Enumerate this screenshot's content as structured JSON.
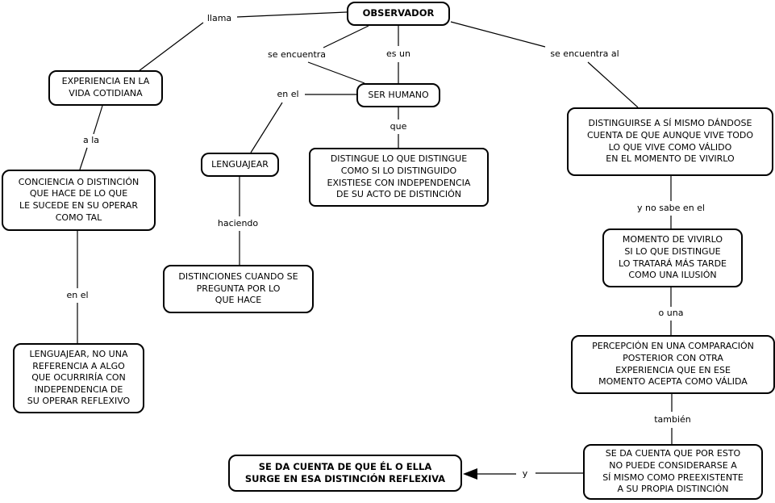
{
  "nodes": {
    "observador": {
      "label": "OBSERVADOR"
    },
    "experiencia": {
      "label": "EXPERIENCIA EN LA\nVIDA COTIDIANA"
    },
    "ser_humano": {
      "label": "SER HUMANO"
    },
    "lenguajear": {
      "label": "LENGUAJEAR"
    },
    "conciencia": {
      "label": "CONCIENCIA O DISTINCIÓN\nQUE HACE DE LO QUE\nLE SUCEDE EN SU OPERAR\nCOMO TAL"
    },
    "distingue": {
      "label": "DISTINGUE LO QUE DISTINGUE\nCOMO SI LO DISTINGUIDO\nEXISTIESE CON INDEPENDENCIA\nDE SU ACTO DE DISTINCIÓN"
    },
    "distinciones": {
      "label": "DISTINCIONES CUANDO SE\nPREGUNTA POR LO\nQUE HACE"
    },
    "lenguajear_no": {
      "label": "LENGUAJEAR, NO UNA\nREFERENCIA A ALGO\nQUE OCURRIRÍA CON\nINDEPENDENCIA DE\nSU OPERAR REFLEXIVO"
    },
    "distinguirse": {
      "label": "DISTINGUIRSE A SÍ MISMO DÁNDOSE\nCUENTA DE QUE AUNQUE VIVE TODO\nLO QUE VIVE COMO VÁLIDO\nEN EL MOMENTO DE VIVIRLO"
    },
    "momento": {
      "label": "MOMENTO DE VIVIRLO\nSI LO QUE DISTINGUE\nLO TRATARÁ MÁS TARDE\nCOMO UNA ILUSIÓN"
    },
    "percepcion": {
      "label": "PERCEPCIÓN EN UNA COMPARACIÓN\nPOSTERIOR CON OTRA\nEXPERIENCIA QUE EN ESE\nMOMENTO ACEPTA COMO VÁLIDA"
    },
    "se_da_cuenta_esto": {
      "label": "SE DA CUENTA QUE POR ESTO\nNO PUEDE CONSIDERARSE A\nSÍ MISMO COMO PREEXISTENTE\nA SU PROPIA DISTINCIÓN"
    },
    "surge": {
      "label": "SE DA CUENTA DE QUE ÉL O ELLA\nSURGE EN ESA DISTINCIÓN REFLEXIVA"
    }
  },
  "links": {
    "llama": "llama",
    "se_encuentra": "se encuentra",
    "es_un": "es un",
    "se_encuentra_al": "se encuentra al",
    "en_el_mid": "en el",
    "que": "que",
    "a_la": "a la",
    "haciendo": "haciendo",
    "en_el_left": "en el",
    "y_no_sabe": "y no sabe en el",
    "o_una": "o una",
    "tambien": "también",
    "y": "y"
  },
  "colors": {
    "line": "#000000",
    "node_border": "#000000",
    "node_fill": "#ffffff",
    "background": "#ffffff",
    "text": "#000000"
  }
}
